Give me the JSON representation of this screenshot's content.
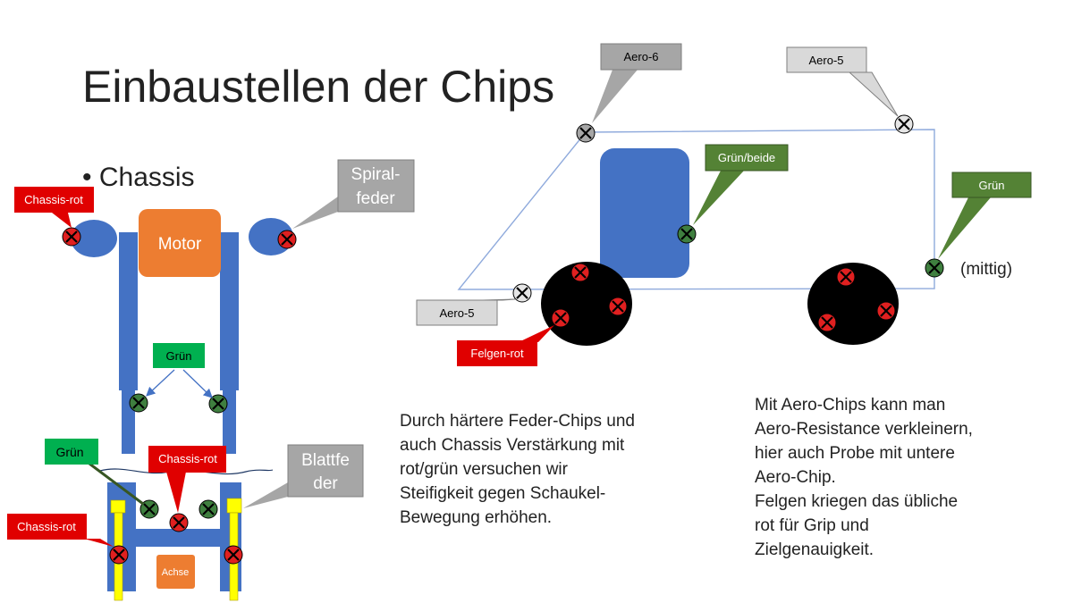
{
  "title": "Einbaustellen der Chips",
  "bullet": "Chassis",
  "chassis": {
    "motor_label": "Motor",
    "achse_label": "Achse",
    "callouts": {
      "chassis_rot_top": "Chassis-rot",
      "spiralfeder": [
        "Spiral-",
        "feder"
      ],
      "gruen_mid": "Grün",
      "gruen_lower": "Grün",
      "chassis_rot_center": "Chassis-rot",
      "blattfeder": [
        "Blattfe",
        "der"
      ],
      "chassis_rot_left": "Chassis-rot"
    }
  },
  "car": {
    "callouts": {
      "aero6": "Aero-6",
      "aero5_top": "Aero-5",
      "gruen_beide": "Grün/beide",
      "gruen_right": "Grün",
      "aero5_left": "Aero-5",
      "felgen_rot": "Felgen-rot"
    },
    "mittig": "(mittig)"
  },
  "paragraphs": {
    "middle": [
      "Durch härtere Feder-Chips und",
      "auch Chassis Verstärkung mit",
      "rot/grün versuchen wir",
      "Steifigkeit gegen Schaukel-",
      "Bewegung erhöhen."
    ],
    "right": [
      "Mit Aero-Chips kann man",
      "Aero-Resistance verkleinern,",
      "hier auch Probe mit untere",
      "Aero-Chip.",
      "Felgen kriegen das übliche",
      "rot für Grip und",
      "Zielgenauigkeit."
    ]
  },
  "colors": {
    "chassis_blue": "#4472c4",
    "motor_orange": "#ed7d31",
    "chip_red": "#e02020",
    "chip_green": "#3f7f3f",
    "chip_white": "#e6e6e6",
    "callout_red": "#e00000",
    "callout_green_light": "#00b050",
    "callout_green_dark": "#548235",
    "callout_gray_dark": "#a6a6a6",
    "callout_gray_light": "#d9d9d9",
    "spring_yellow": "#ffff00",
    "wheel_black": "#000000"
  }
}
